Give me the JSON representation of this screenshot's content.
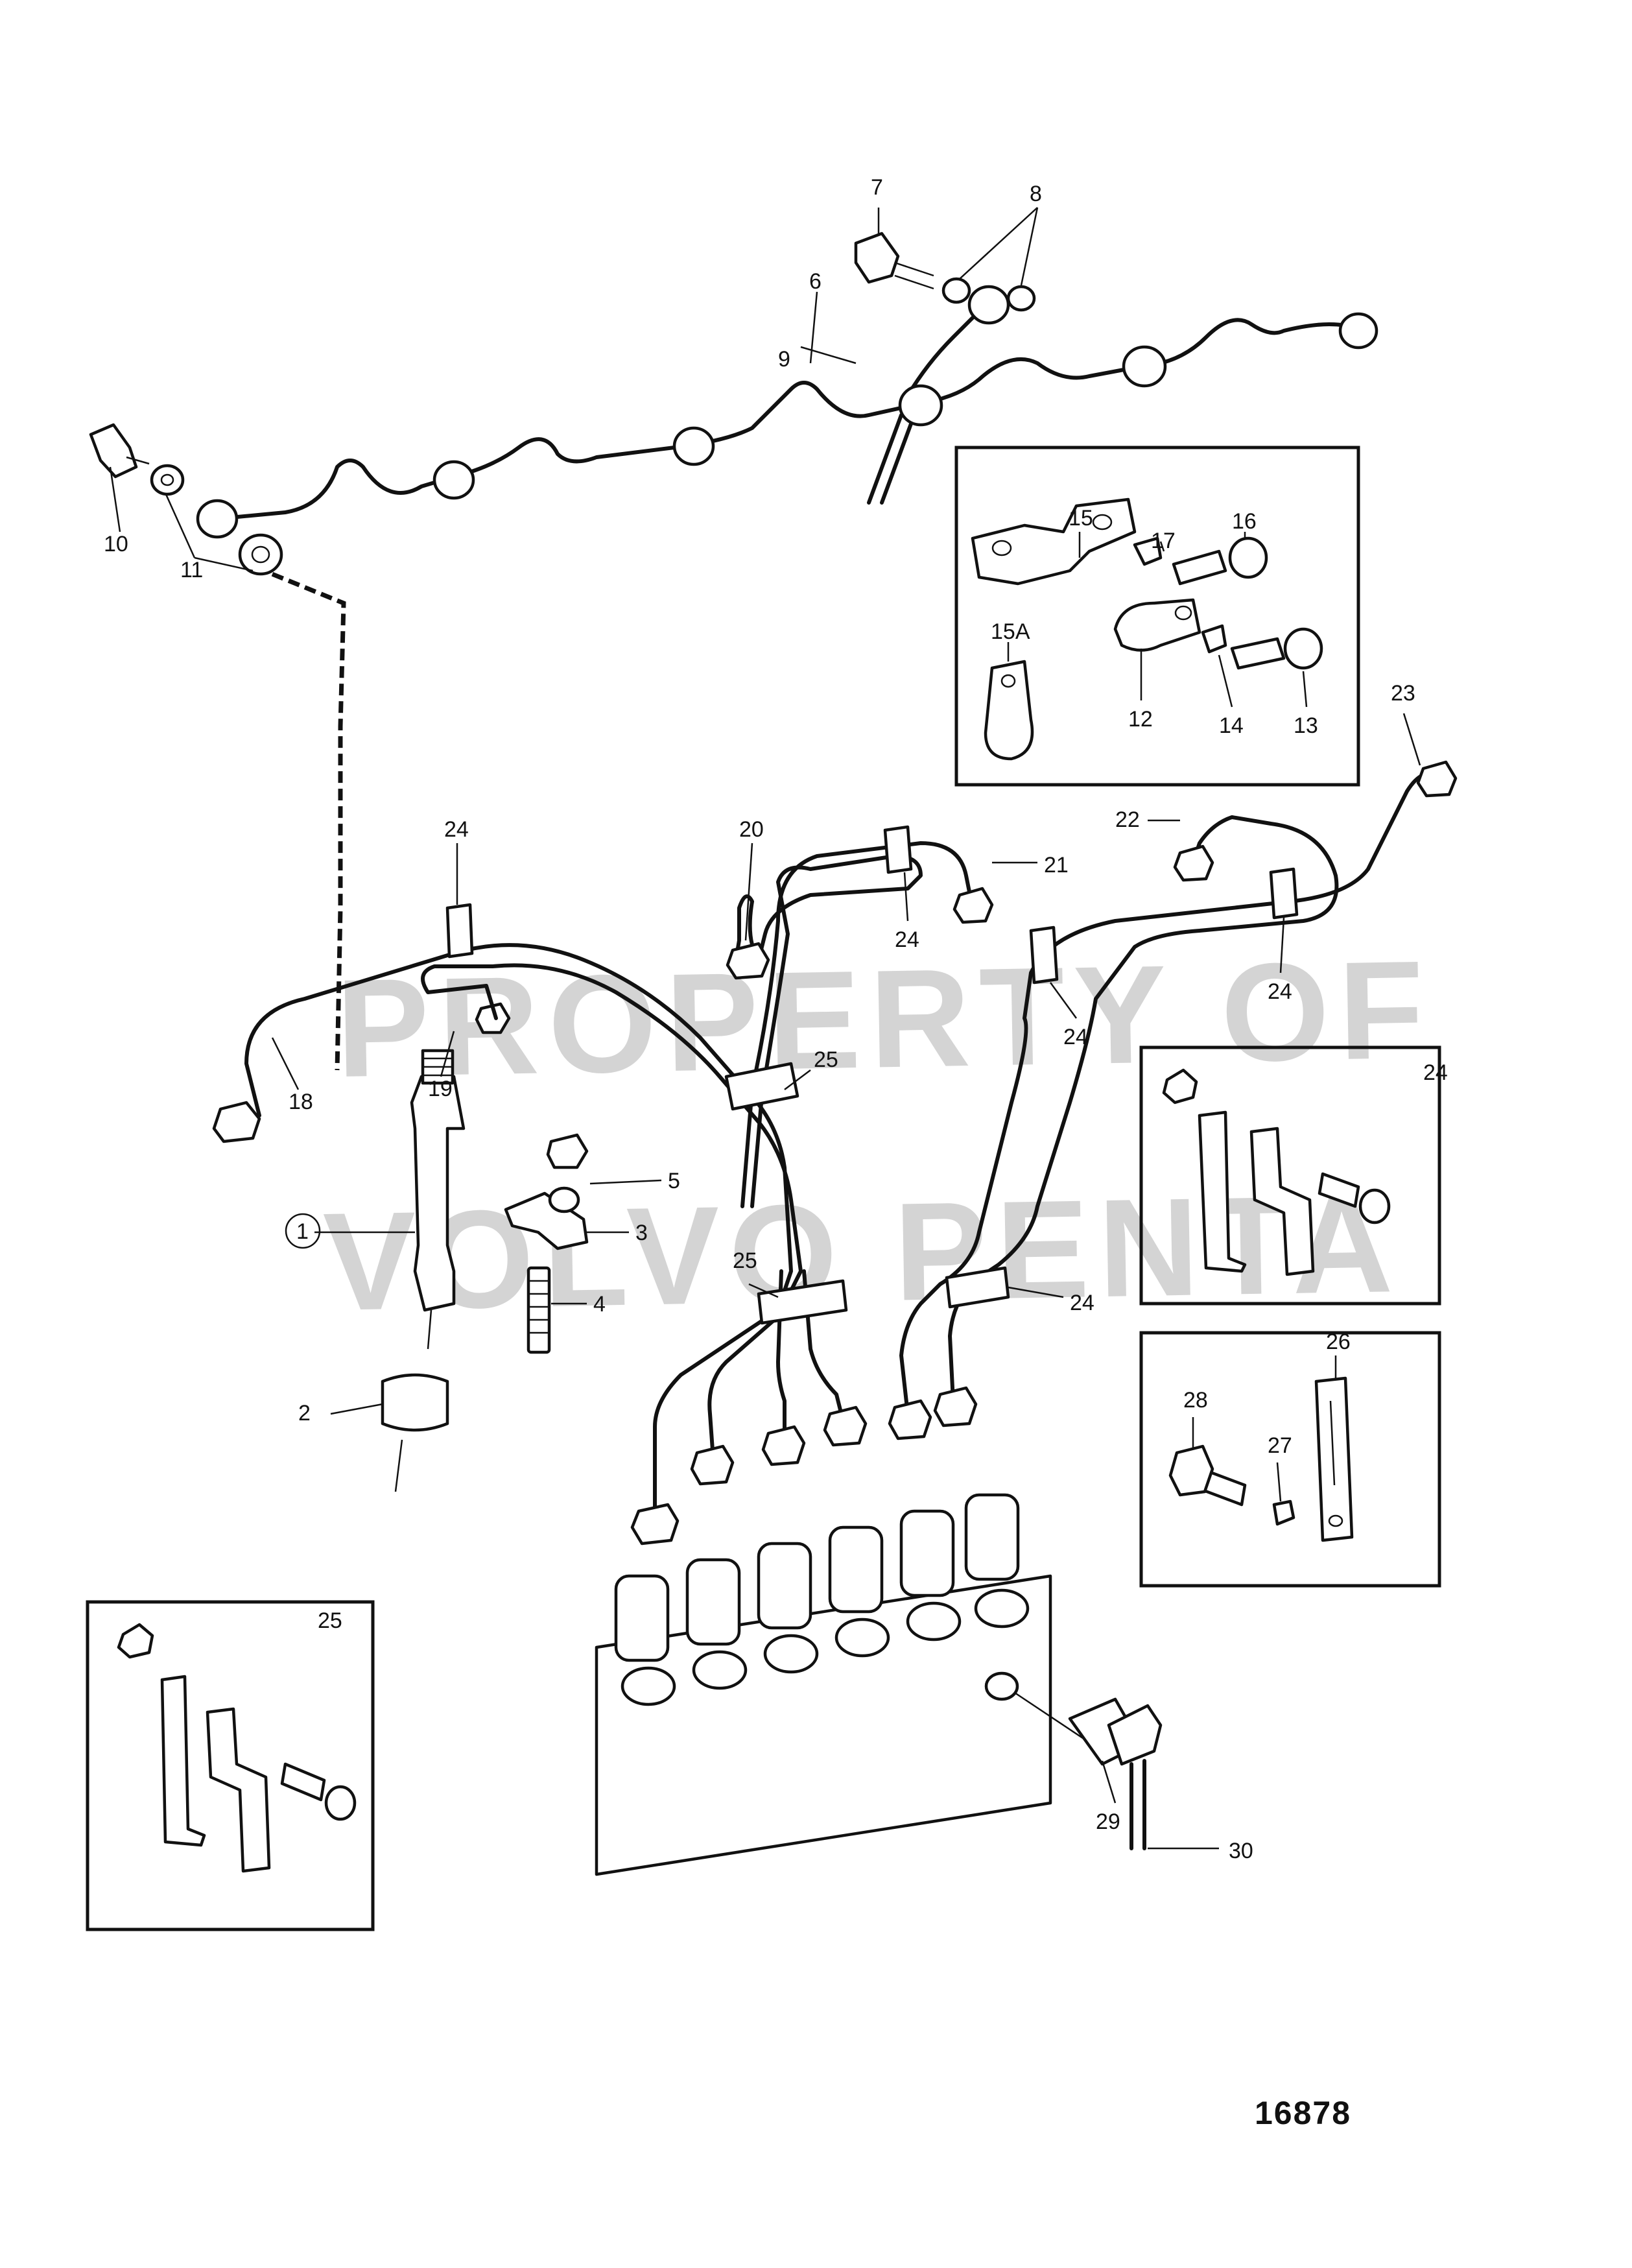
{
  "diagram": {
    "figure_number": "16878",
    "watermark": [
      "PROPERTY OF",
      "VOLVO PENTA"
    ],
    "callouts": [
      {
        "id": "1",
        "text": "1",
        "circled": true
      },
      {
        "id": "2",
        "text": "2"
      },
      {
        "id": "3",
        "text": "3"
      },
      {
        "id": "4",
        "text": "4"
      },
      {
        "id": "5",
        "text": "5"
      },
      {
        "id": "6",
        "text": "6"
      },
      {
        "id": "7",
        "text": "7"
      },
      {
        "id": "8",
        "text": "8"
      },
      {
        "id": "9",
        "text": "9"
      },
      {
        "id": "10",
        "text": "10"
      },
      {
        "id": "11",
        "text": "11"
      },
      {
        "id": "12",
        "text": "12"
      },
      {
        "id": "13",
        "text": "13"
      },
      {
        "id": "14",
        "text": "14"
      },
      {
        "id": "15",
        "text": "15"
      },
      {
        "id": "15A",
        "text": "15A"
      },
      {
        "id": "16",
        "text": "16"
      },
      {
        "id": "17",
        "text": "17"
      },
      {
        "id": "18",
        "text": "18"
      },
      {
        "id": "19",
        "text": "19"
      },
      {
        "id": "20",
        "text": "20"
      },
      {
        "id": "21",
        "text": "21"
      },
      {
        "id": "22",
        "text": "22"
      },
      {
        "id": "23",
        "text": "23"
      },
      {
        "id": "24a",
        "text": "24"
      },
      {
        "id": "24b",
        "text": "24"
      },
      {
        "id": "24c",
        "text": "24"
      },
      {
        "id": "24d",
        "text": "24"
      },
      {
        "id": "24e",
        "text": "24"
      },
      {
        "id": "24f",
        "text": "24"
      },
      {
        "id": "25a",
        "text": "25"
      },
      {
        "id": "25b",
        "text": "25"
      },
      {
        "id": "26",
        "text": "26"
      },
      {
        "id": "27",
        "text": "27"
      },
      {
        "id": "28",
        "text": "28"
      },
      {
        "id": "29",
        "text": "29"
      },
      {
        "id": "30",
        "text": "30"
      }
    ],
    "inset_boxes": [
      {
        "id": "clamp-detail",
        "title": ""
      },
      {
        "id": "bracket-24-detail",
        "title": "24"
      },
      {
        "id": "strap-26-detail",
        "title": ""
      },
      {
        "id": "bracket-25-detail",
        "title": "25"
      }
    ]
  }
}
